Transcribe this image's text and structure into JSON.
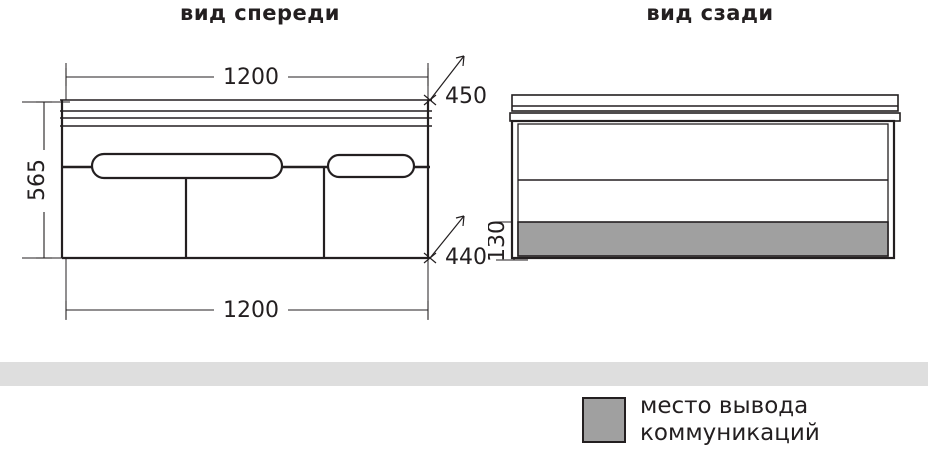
{
  "document": {
    "type": "technical-drawing",
    "subject": "bathroom vanity cabinet",
    "background_color": "#ffffff",
    "line_color": "#231f20",
    "accent_gray": "#a0a0a0",
    "band_gray": "#dedede"
  },
  "views": {
    "front": {
      "title": "вид спереди",
      "dimensions": {
        "width_top": "1200",
        "width_bottom": "1200",
        "height": "565",
        "depth_top": "450",
        "depth_bottom": "440"
      }
    },
    "rear": {
      "title": "вид сзади",
      "dimensions": {
        "utility_zone_height": "130"
      }
    }
  },
  "legend": {
    "swatch_color": "#a0a0a0",
    "label_line1": "место вывода",
    "label_line2": "коммуникаций",
    "label": "место вывода\nкоммуникаций"
  }
}
